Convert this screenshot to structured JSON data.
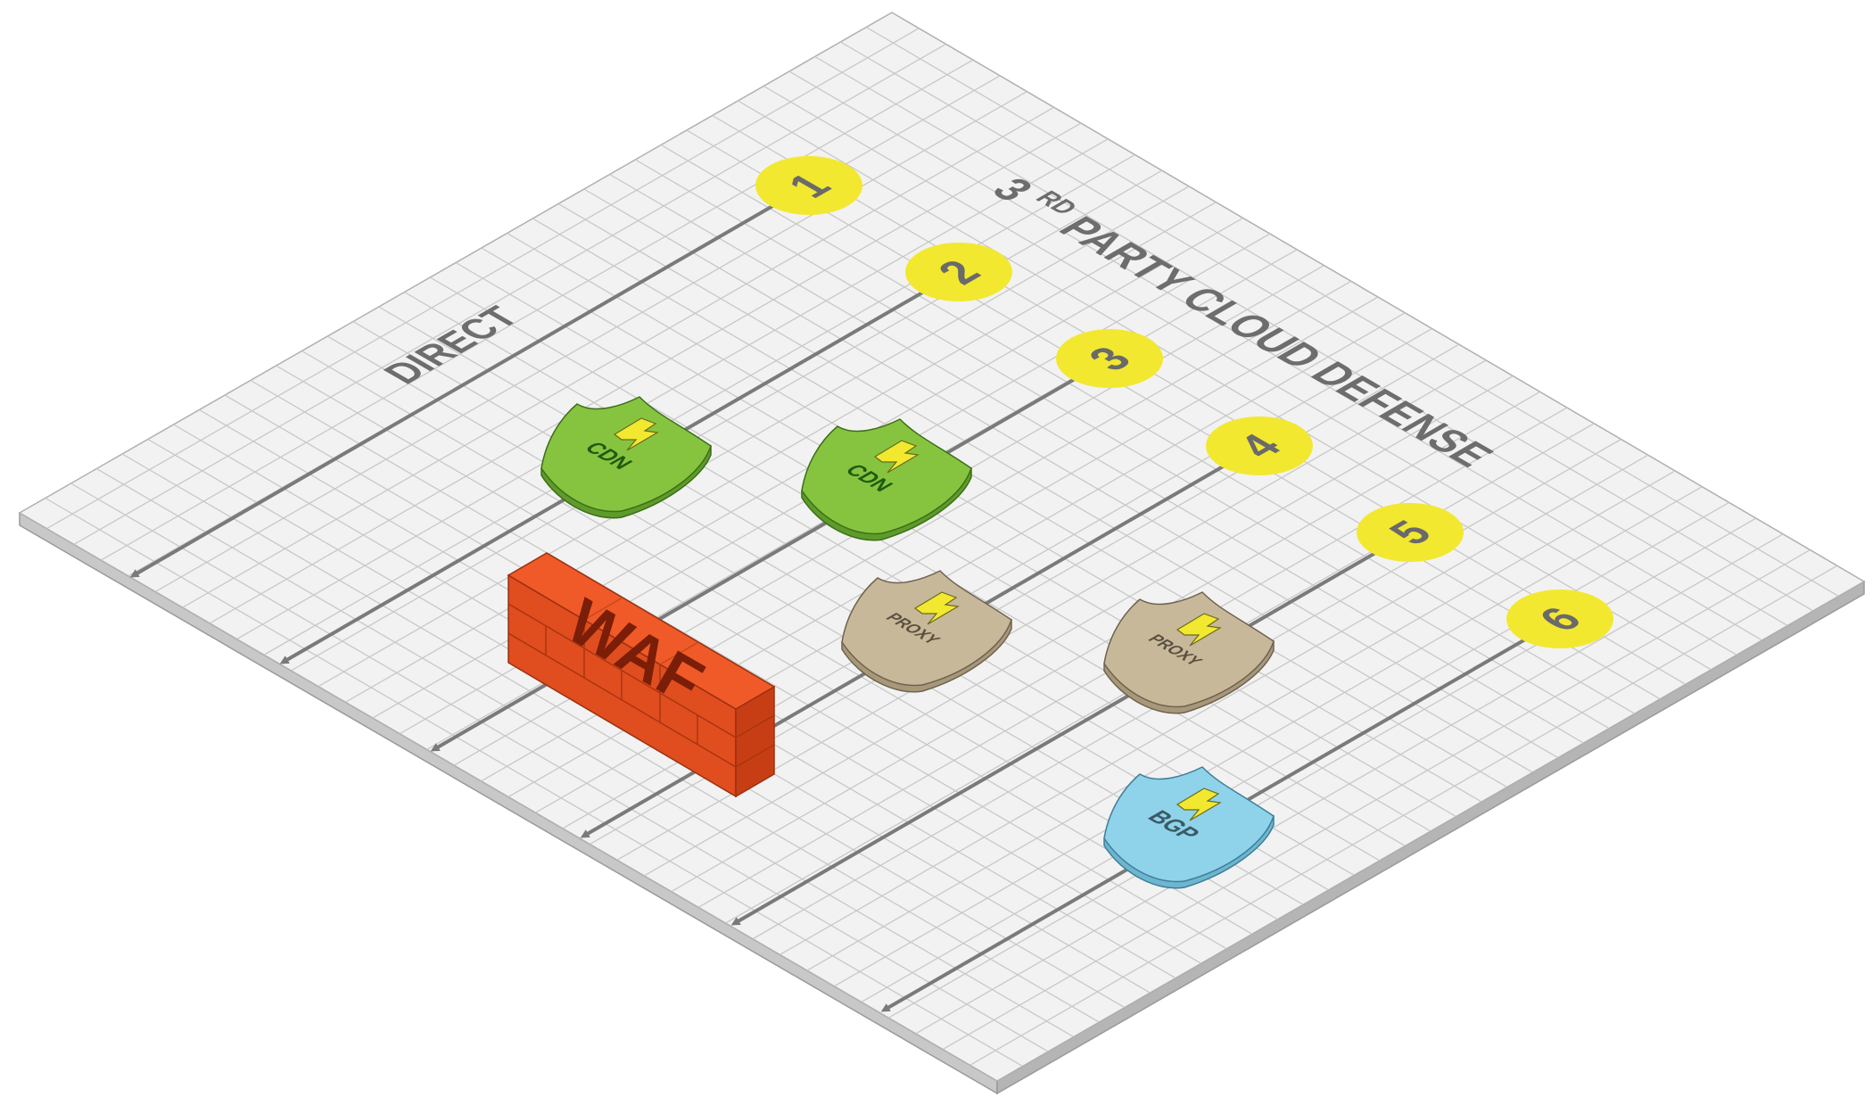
{
  "diagram": {
    "headings": {
      "direct": "DIRECT",
      "third_party_main": "3",
      "third_party_sup": "RD",
      "third_party_rest": " PARTY CLOUD DEFENSE"
    },
    "routes": [
      {
        "number": "1",
        "defenses": []
      },
      {
        "number": "2",
        "defenses": [
          "CDN",
          "WAF"
        ]
      },
      {
        "number": "3",
        "defenses": [
          "CDN"
        ]
      },
      {
        "number": "4",
        "defenses": [
          "PROXY"
        ]
      },
      {
        "number": "5",
        "defenses": [
          "PROXY"
        ]
      },
      {
        "number": "6",
        "defenses": [
          "BGP"
        ]
      }
    ],
    "colors": {
      "platform_top": "#f2f2f2",
      "grid_line": "#c8c8c8",
      "route_line": "#7a7a7a",
      "badge": "#f2e830",
      "badge_text": "#6a6a6a",
      "heading_text": "#6d6d6d",
      "cdn_fill": "#86c440",
      "cdn_text": "#1f5a10",
      "proxy_fill": "#c8b89a",
      "proxy_text": "#5a5040",
      "bgp_fill": "#8fd3ea",
      "bgp_text": "#3a5a66",
      "waf_fill": "#f05a28",
      "waf_text": "#7a1e08",
      "bolt": "#f2e830"
    }
  }
}
